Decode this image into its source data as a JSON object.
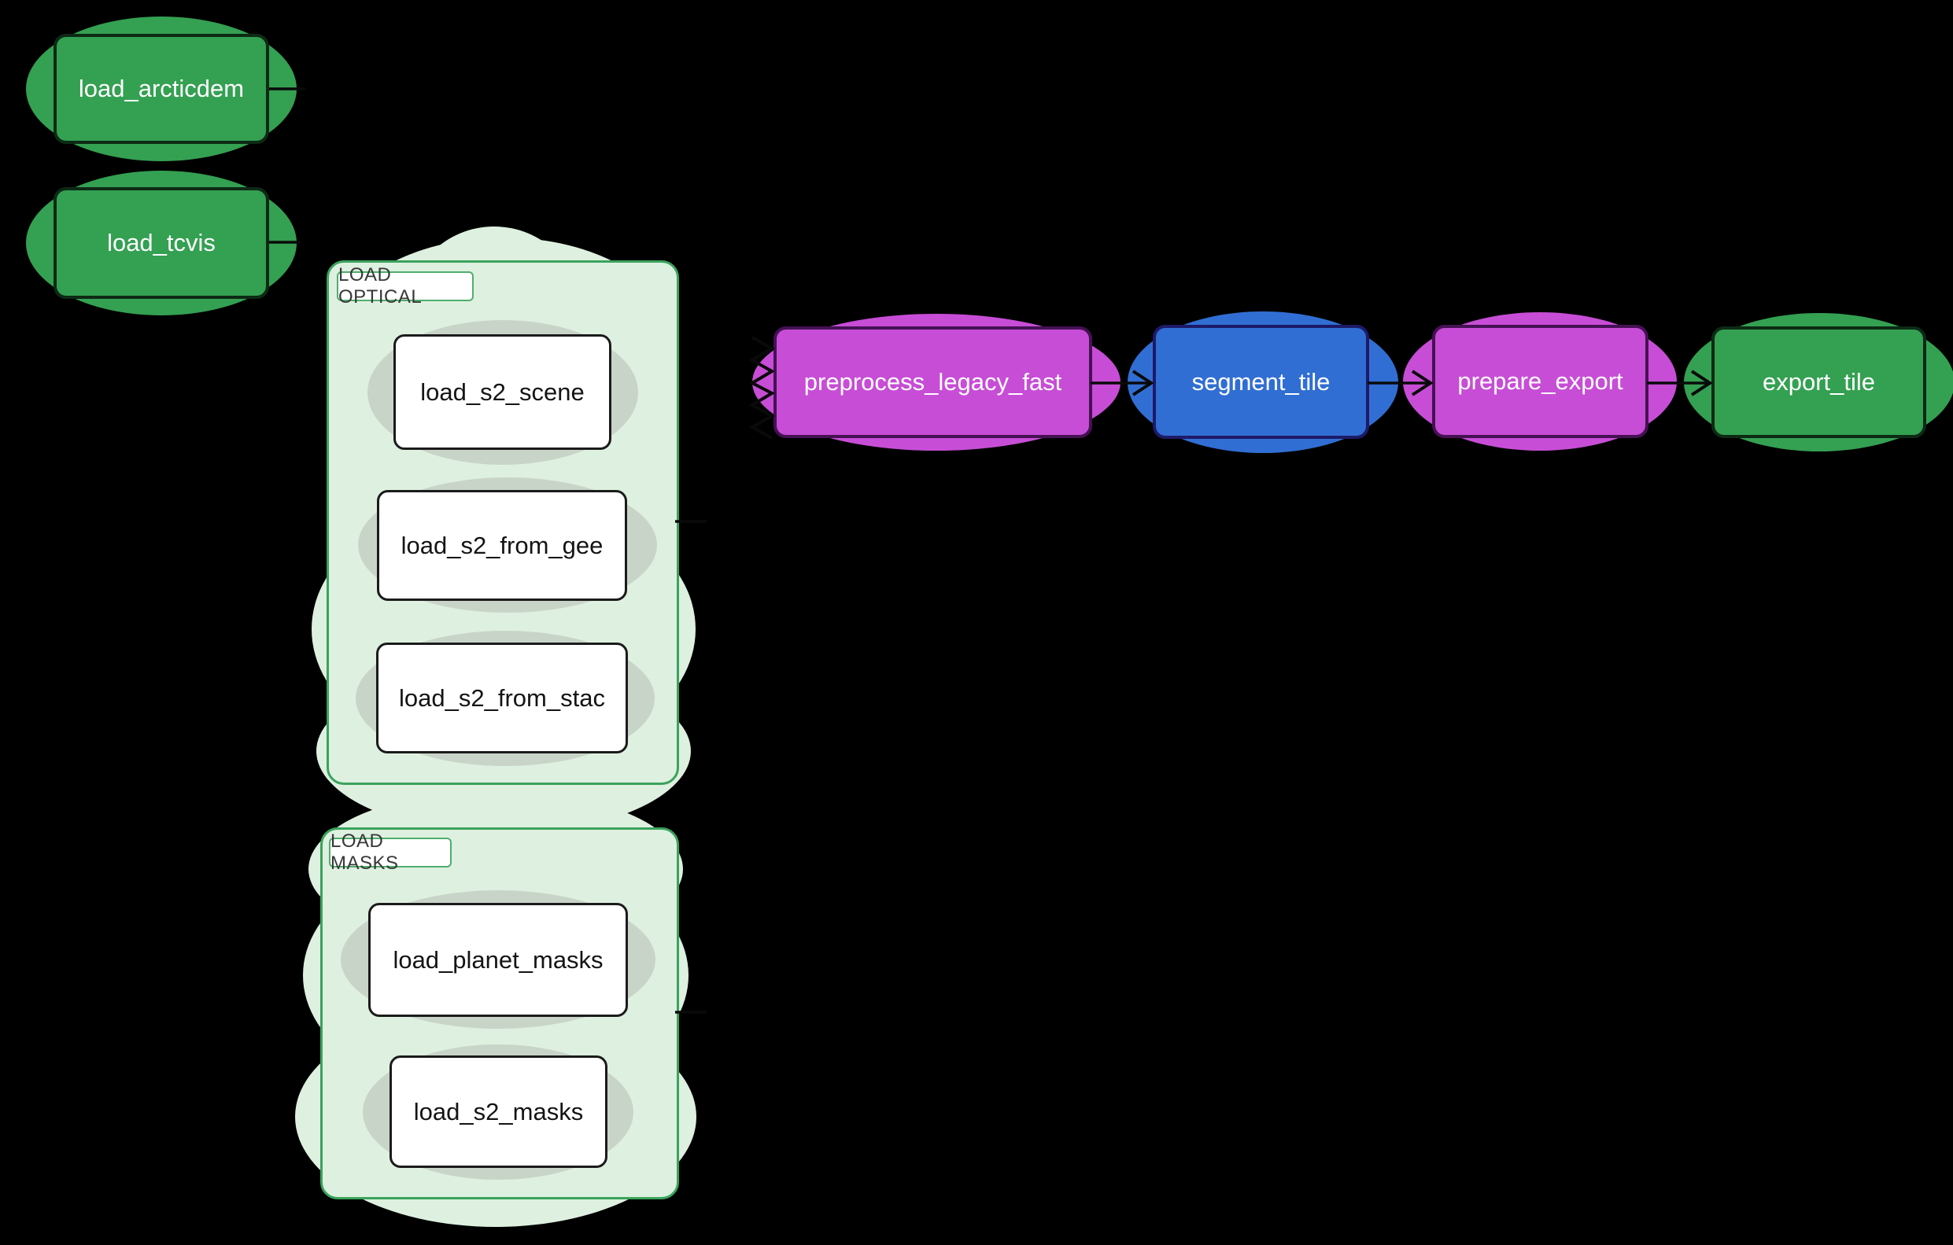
{
  "diagram": {
    "source_nodes": [
      {
        "label": "load_arcticdem"
      },
      {
        "label": "load_tcvis"
      }
    ],
    "clusters": [
      {
        "label": "LOAD OPTICAL",
        "nodes": [
          {
            "label": "load_s2_scene"
          },
          {
            "label": "load_s2_from_gee"
          },
          {
            "label": "load_s2_from_stac"
          }
        ]
      },
      {
        "label": "LOAD MASKS",
        "nodes": [
          {
            "label": "load_planet_masks"
          },
          {
            "label": "load_s2_masks"
          }
        ]
      }
    ],
    "pipeline_nodes": [
      {
        "label": "preprocess_legacy_fast",
        "color": "#c74dd6"
      },
      {
        "label": "segment_tile",
        "color": "#316ed3"
      },
      {
        "label": "prepare_export",
        "color": "#c74dd6"
      },
      {
        "label": "export_tile",
        "color": "#34a052"
      }
    ],
    "edges": [
      "load_arcticdem -> preprocess_legacy_fast",
      "load_tcvis -> preprocess_legacy_fast",
      "LOAD OPTICAL -> preprocess_legacy_fast",
      "LOAD MASKS -> preprocess_legacy_fast",
      "preprocess_legacy_fast -> segment_tile",
      "segment_tile -> prepare_export",
      "prepare_export -> export_tile"
    ],
    "colors": {
      "background": "#000000",
      "green_node": "#34a052",
      "green_node_border": "#0d2a15",
      "magenta_node": "#c74dd6",
      "magenta_node_border": "#451153",
      "blue_node": "#316ed3",
      "blue_node_border": "#1d1a68",
      "cluster_fill": "#def0e0",
      "cluster_border": "#3aa35c",
      "inner_ellipse": "#c9d4c9",
      "white_node_fill": "#ffffff",
      "white_node_border": "#1b1b1b",
      "edge": "#0a0a0a"
    }
  }
}
